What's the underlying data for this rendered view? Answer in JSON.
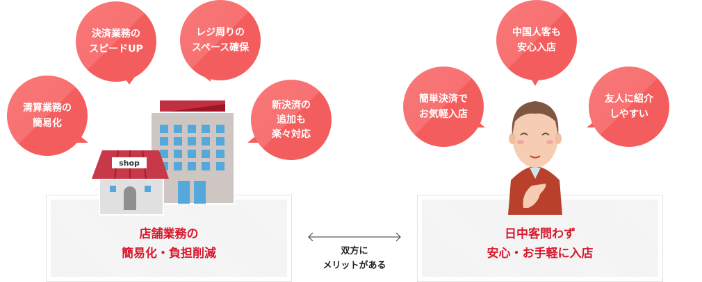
{
  "left": {
    "bubbles": [
      {
        "line1": "清算業務の",
        "line2": "簡易化"
      },
      {
        "line1": "決済業務の",
        "line2": "スピードUP"
      },
      {
        "line1": "レジ周りの",
        "line2": "スペース確保"
      },
      {
        "line1": "新決済の",
        "line2": "追加も",
        "line3": "楽々対応"
      }
    ],
    "shop_sign": "shop",
    "summary": {
      "line1": "店舗業務の",
      "line2": "簡易化・負担削減"
    }
  },
  "center": {
    "line1": "双方に",
    "line2": "メリットがある"
  },
  "right": {
    "bubbles": [
      {
        "line1": "簡単決済で",
        "line2": "お気軽入店"
      },
      {
        "line1": "中国人客も",
        "line2": "安心入店"
      },
      {
        "line1": "友人に紹介",
        "line2": "しやすい"
      }
    ],
    "summary": {
      "line1": "日中客問わず",
      "line2": "安心・お手軽に入店"
    }
  },
  "colors": {
    "bubble": "#f45d5d",
    "accent_text": "#d7192e"
  }
}
